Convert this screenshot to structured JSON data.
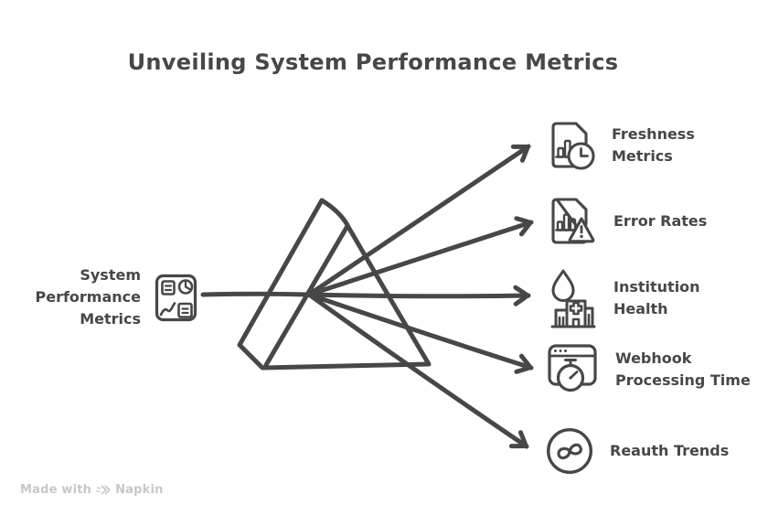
{
  "title": "Unveiling System Performance Metrics",
  "colors": {
    "ink": "#474747",
    "watermark": "#c5c8ca",
    "background": "#ffffff"
  },
  "source": {
    "label": "System Performance Metrics",
    "icon": "dashboard-metrics-icon"
  },
  "outputs": [
    {
      "label": "Freshness Metrics",
      "icon": "document-chart-clock-icon"
    },
    {
      "label": "Error Rates",
      "icon": "document-chart-warning-icon"
    },
    {
      "label": "Institution Health",
      "icon": "droplet-hospital-icon"
    },
    {
      "label": "Webhook Processing Time",
      "icon": "browser-stopwatch-icon"
    },
    {
      "label": "Reauth Trends",
      "icon": "sync-loop-circle-icon"
    }
  ],
  "watermark": {
    "prefix": "Made with",
    "brand": "Napkin"
  }
}
